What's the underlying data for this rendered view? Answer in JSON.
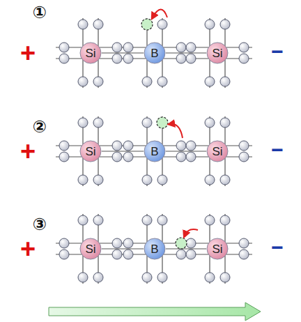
{
  "diagram": {
    "nodes": [
      {
        "text": [
          "Si"
        ]
      },
      {
        "text": [
          "B"
        ]
      },
      {
        "text": [
          "Si"
        ]
      },
      {
        "text": [
          "Si"
        ]
      },
      {
        "text": [
          "B"
        ]
      },
      {
        "text": [
          "Si"
        ]
      },
      {
        "text": [
          "Si"
        ]
      },
      {
        "text": [
          "B"
        ]
      },
      {
        "text": [
          "Si"
        ]
      }
    ],
    "edges": [
      {
        "from": 0,
        "to": 1,
        "arrow": "none"
      },
      {
        "from": 1,
        "to": 2,
        "arrow": "none"
      },
      {
        "from": 3,
        "to": 4,
        "arrow": "none"
      },
      {
        "from": 4,
        "to": 5,
        "arrow": "none"
      },
      {
        "from": 6,
        "to": 7,
        "arrow": "none"
      },
      {
        "from": 7,
        "to": 8,
        "arrow": "none"
      }
    ],
    "labels": [
      "①",
      "+",
      "−",
      "②",
      "+",
      "−",
      "③",
      "+",
      "−"
    ]
  }
}
